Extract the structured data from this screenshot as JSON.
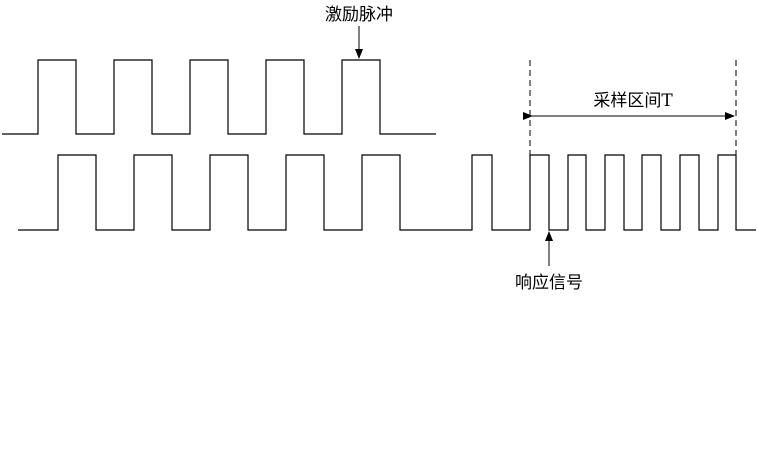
{
  "labels": {
    "excitation": "激励脉冲",
    "sampling_interval": "采样区间T",
    "response": "响应信号"
  },
  "colors": {
    "stroke": "#000000",
    "background": "#ffffff"
  }
}
